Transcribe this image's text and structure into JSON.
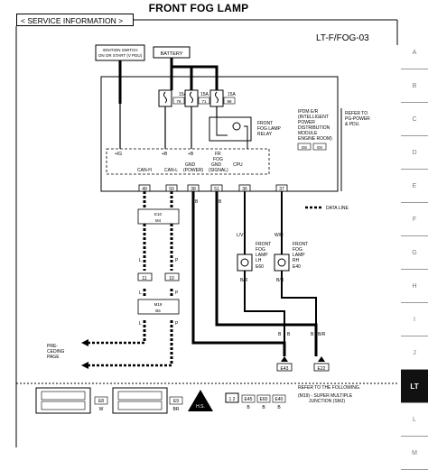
{
  "header": {
    "title": "FRONT FOG LAMP",
    "section": "< SERVICE INFORMATION >",
    "diagram_code": "LT-F/FOG-03"
  },
  "side_tabs": [
    "A",
    "B",
    "C",
    "D",
    "E",
    "F",
    "G",
    "H",
    "I",
    "J",
    "LT",
    "L",
    "M"
  ],
  "active_tab": "LT",
  "labels": {
    "ignition": [
      "IGNITION SWITCH",
      "ON OR START (V PDU)"
    ],
    "battery": "BATTERY",
    "fuse1": "15A",
    "fuse1_num": "78",
    "fuse2": "15A",
    "fuse2_num": "71",
    "fuse3": "15A",
    "fuse3_num": "98",
    "relay": [
      "FRONT",
      "FOG LAMP",
      "RELAY"
    ],
    "ipdm": [
      "IPDM E/R",
      "(INTELLIGENT",
      "POWER",
      "DISTRIBUTION",
      "MODULE",
      "ENGINE ROOM)"
    ],
    "ipdm_conn1": "E8",
    "ipdm_conn2": "E9",
    "refer_pg": [
      "REFER TO",
      "PG-POWER",
      "& PDU."
    ],
    "pin_ig": "+IG",
    "pin_b1": "+B",
    "pin_b2": "+B",
    "pin_fr": "FR",
    "pin_fog": "FOG",
    "cpu": "CPU",
    "can_h": "CAN-H",
    "can_l": "CAN-L",
    "gnd_power": [
      "GND",
      "(POWER)"
    ],
    "gnd_signal": [
      "GND",
      "(SIGNAL)"
    ],
    "term_49": "49",
    "term_50": "50",
    "term_38": "38",
    "term_51": "51",
    "term_36": "36",
    "term_37": "37",
    "data_line": "DATA LINE",
    "conn_e10": "E10",
    "conn_m4": "M4",
    "wire_l1": "L",
    "wire_p1": "P",
    "conn_11": "11",
    "conn_10": "10",
    "wire_l2": "L",
    "wire_p2": "P",
    "conn_m19": "M19",
    "conn_b5": "B5",
    "wire_l3": "L",
    "wire_p3": "P",
    "wire_b1": "B",
    "wire_b2": "B",
    "wire_lv1": "L/V",
    "wire_wr1": "W/R",
    "fog_lh": [
      "FRONT",
      "FOG",
      "LAMP",
      "LH"
    ],
    "fog_lh_conn": "E60",
    "fog_rh": [
      "FRONT",
      "FOG",
      "LAMP",
      "RH"
    ],
    "fog_rh_conn": "E40",
    "wire_br1": "B/R",
    "wire_br2": "B/R",
    "wire_b3": "B",
    "wire_b4": "B",
    "wire_b5": "B",
    "wire_br3": "B/R",
    "ground1": "E43",
    "ground2": "E22",
    "preceding": [
      "PRE-",
      "CEDING",
      "PAGE"
    ],
    "refer_following": "REFER TO THE FOLLOWING.",
    "smj_ref": "(M19) - SUPER MULTIPLE",
    "smj_ref2": "JUNCTION (SMJ)",
    "conn_e8": "E8",
    "conn_e8_col": "W",
    "conn_e9": "E9",
    "conn_e9_col": "BR",
    "hs_label": "H.S.",
    "conn_bot1": "E45",
    "conn_bot1_col": "B",
    "conn_bot2": "E60",
    "conn_bot2_col": "B",
    "conn_bot3": "E40",
    "conn_bot3_col": "B",
    "conn_small": "1 2"
  }
}
